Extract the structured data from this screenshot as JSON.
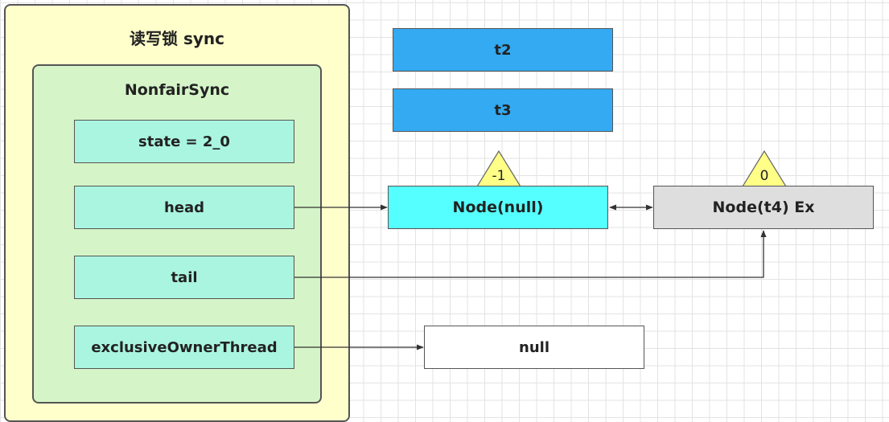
{
  "sync": {
    "title": "读写锁 sync",
    "inner_title": "NonfairSync",
    "fields": {
      "state": "state = 2_0",
      "head": "head",
      "tail": "tail",
      "owner": "exclusiveOwnerThread"
    }
  },
  "threads": {
    "t2": "t2",
    "t3": "t3"
  },
  "queue": {
    "head_node": {
      "label": "Node(null)",
      "wait_status": "-1"
    },
    "tail_node": {
      "label": "Node(t4) Ex",
      "wait_status": "0"
    }
  },
  "owner_value": "null",
  "colors": {
    "outer_fill": "#ffffcc",
    "inner_fill": "#d5f5c8",
    "field_fill": "#aaf5df",
    "thread_fill": "#33aaf2",
    "head_node_fill": "#55ffff",
    "tail_node_fill": "#dedede",
    "status_fill": "#ffff88"
  }
}
